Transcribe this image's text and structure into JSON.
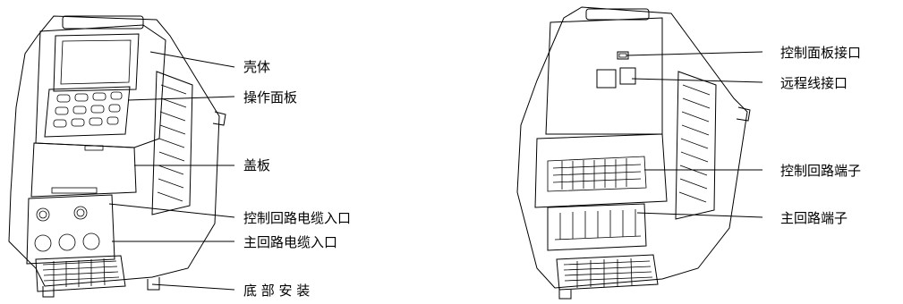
{
  "left_unit": {
    "callouts": {
      "housing": "壳体",
      "operation_panel": "操作面板",
      "cover_plate": "盖板",
      "control_cable_entry": "控制回路电缆入口",
      "main_cable_entry": "主回路电缆入口",
      "bottom_mount": "底 部 安 装"
    }
  },
  "right_unit": {
    "callouts": {
      "panel_interface": "控制面板接口",
      "remote_interface": "远程线接口",
      "control_terminals": "控制回路端子",
      "main_terminals": "主回路端子"
    }
  }
}
